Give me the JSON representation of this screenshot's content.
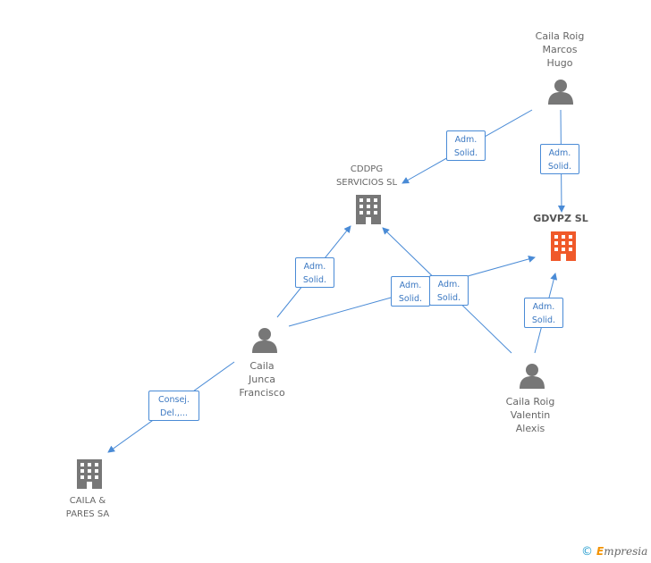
{
  "nodes": {
    "caila_roig_marcos": {
      "lines": [
        "Caila Roig",
        "Marcos",
        "Hugo"
      ],
      "icon": "person-icon"
    },
    "cddpg": {
      "lines": [
        "CDDPG",
        "SERVICIOS SL"
      ],
      "icon": "building-icon"
    },
    "gdvpz": {
      "lines": [
        "GDVPZ SL"
      ],
      "icon": "building-icon",
      "color": "#f0592a"
    },
    "caila_junca": {
      "lines": [
        "Caila",
        "Junca",
        "Francisco"
      ],
      "icon": "person-icon"
    },
    "caila_roig_valentin": {
      "lines": [
        "Caila Roig",
        "Valentin",
        "Alexis"
      ],
      "icon": "person-icon"
    },
    "caila_pares": {
      "lines": [
        "CAILA &",
        "PARES SA"
      ],
      "icon": "building-icon"
    }
  },
  "edges": [
    {
      "from": "Caila Roig Marcos Hugo",
      "to": "CDDPG SERVICIOS SL",
      "label": [
        "Adm.",
        "Solid."
      ]
    },
    {
      "from": "Caila Roig Marcos Hugo",
      "to": "GDVPZ SL",
      "label": [
        "Adm.",
        "Solid."
      ]
    },
    {
      "from": "Caila Junca Francisco",
      "to": "CDDPG SERVICIOS SL",
      "label": [
        "Adm.",
        "Solid."
      ]
    },
    {
      "from": "Caila Junca Francisco",
      "to": "GDVPZ SL",
      "label": [
        "Adm.",
        "Solid."
      ]
    },
    {
      "from": "Caila Roig Valentin Alexis",
      "to": "CDDPG SERVICIOS SL",
      "label": [
        "Adm.",
        "Solid."
      ]
    },
    {
      "from": "Caila Roig Valentin Alexis",
      "to": "GDVPZ SL",
      "label": [
        "Adm.",
        "Solid."
      ]
    },
    {
      "from": "Caila Junca Francisco",
      "to": "CAILA & PARES SA",
      "label": [
        "Consej.",
        "Del.,..."
      ]
    }
  ],
  "colors": {
    "edge": "#4a8bd6",
    "icon": "#777777",
    "highlight": "#f0592a"
  },
  "footer": {
    "copyright": "©",
    "brand_e": "E",
    "brand_rest": "mpresia"
  }
}
